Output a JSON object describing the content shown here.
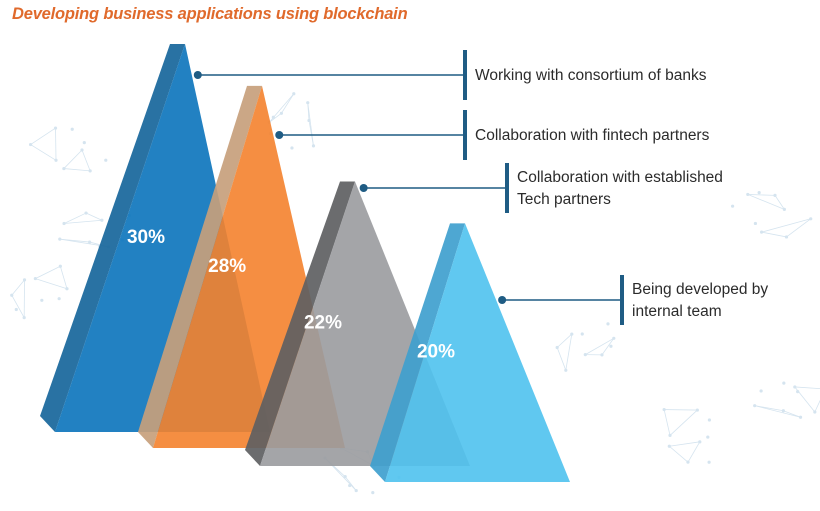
{
  "title": "Developing business applications using blockchain",
  "colors": {
    "title": "#e06a2c",
    "leader": "#1f5c84",
    "network": "#d5e4ef"
  },
  "chart_data": {
    "type": "bar",
    "categories": [
      "Working with consortium of banks",
      "Collaboration with fintech partners",
      "Collaboration with established Tech partners",
      "Being developed by internal team"
    ],
    "values": [
      30,
      28,
      22,
      20
    ],
    "value_labels": [
      "30%",
      "28%",
      "22%",
      "20%"
    ],
    "label_lines": [
      [
        "Working with consortium of banks"
      ],
      [
        "Collaboration with fintech partners"
      ],
      [
        "Collaboration with established",
        "Tech partners"
      ],
      [
        "Being developed by",
        "internal team"
      ]
    ],
    "series_colors": [
      {
        "face": "#0a73bb",
        "side": "#17669b"
      },
      {
        "face": "#f4822d",
        "side": "#c7a07c"
      },
      {
        "face": "#9a9b9f",
        "side": "#5e5f62"
      },
      {
        "face": "#4fc2ee",
        "side": "#3f9fce"
      }
    ]
  }
}
